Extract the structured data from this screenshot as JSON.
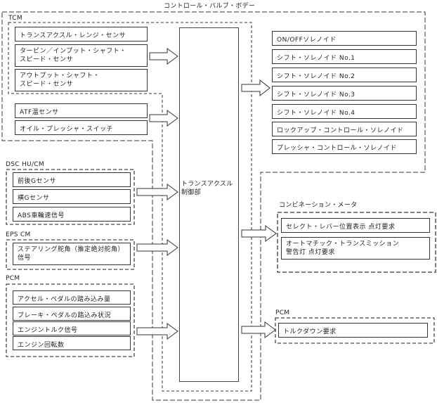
{
  "diagram": {
    "title": "コントロール・バルブ・ボデー",
    "center_label": "トランスアクスル\n制御部",
    "tcm": {
      "label": "TCM",
      "inputs_group1": [
        "トランスアクスル・レンジ・センサ",
        "タービン／インプット・シャフト・\nスピード・センサ",
        "アウトプット・シャフト・\nスピード・センサ"
      ],
      "inputs_group2": [
        "ATF温センサ",
        "オイル・プレッシャ・スイッチ"
      ]
    },
    "dsc": {
      "label": "DSC HU/CM",
      "items": [
        "前後Gセンサ",
        "横Gセンサ",
        "ABS車輪速信号"
      ]
    },
    "eps": {
      "label": "EPS CM",
      "items": [
        "ステアリング舵角（推定絶対舵角）\n信号"
      ]
    },
    "pcm_in": {
      "label": "PCM",
      "items": [
        "アクセル・ペダルの踏み込み量",
        "ブレーキ・ペダルの踏込み状況",
        "エンジントルク信号",
        "エンジン回転数"
      ]
    },
    "solenoids": [
      "ON/OFFソレノイド",
      "シフト・ソレノイド No.1",
      "シフト・ソレノイド No.2",
      "シフト・ソレノイド No.3",
      "シフト・ソレノイド No.4",
      "ロックアップ・コントロール・ソレノイド",
      "プレッシャ・コントロール・ソレノイド"
    ],
    "meter": {
      "label": "コンビネーション・メータ",
      "items": [
        "セレクト・レバー位置表示 点灯要求",
        "オートマチック・トランスミッション\n警告灯 点灯要求"
      ]
    },
    "pcm_out": {
      "label": "PCM",
      "items": [
        "トルクダウン要求"
      ]
    }
  }
}
